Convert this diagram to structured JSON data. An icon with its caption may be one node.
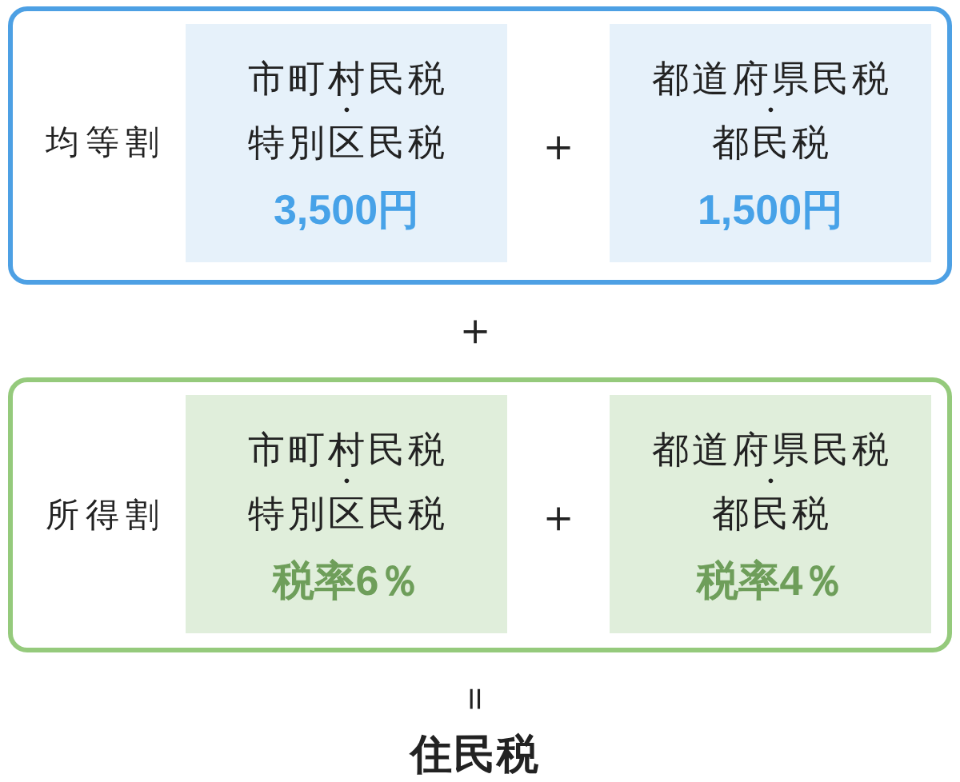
{
  "diagram": {
    "nodes": [
      {
        "text": [
          "均等割"
        ]
      },
      {
        "text": [
          "市町村民税・特別区民税",
          "3,500円"
        ],
        "in": 0
      },
      {
        "text": [
          "都道府県民税・都民税",
          "1,500円"
        ],
        "in": 0
      },
      {
        "text": [
          "所得割"
        ]
      },
      {
        "text": [
          "市町村民税・特別区民税",
          "税率6％"
        ],
        "in": 3
      },
      {
        "text": [
          "都道府県民税・都民税",
          "税率4％"
        ],
        "in": 3
      }
    ],
    "labels": [
      "＋",
      "＋",
      "＋",
      "＝",
      "住民税"
    ]
  }
}
